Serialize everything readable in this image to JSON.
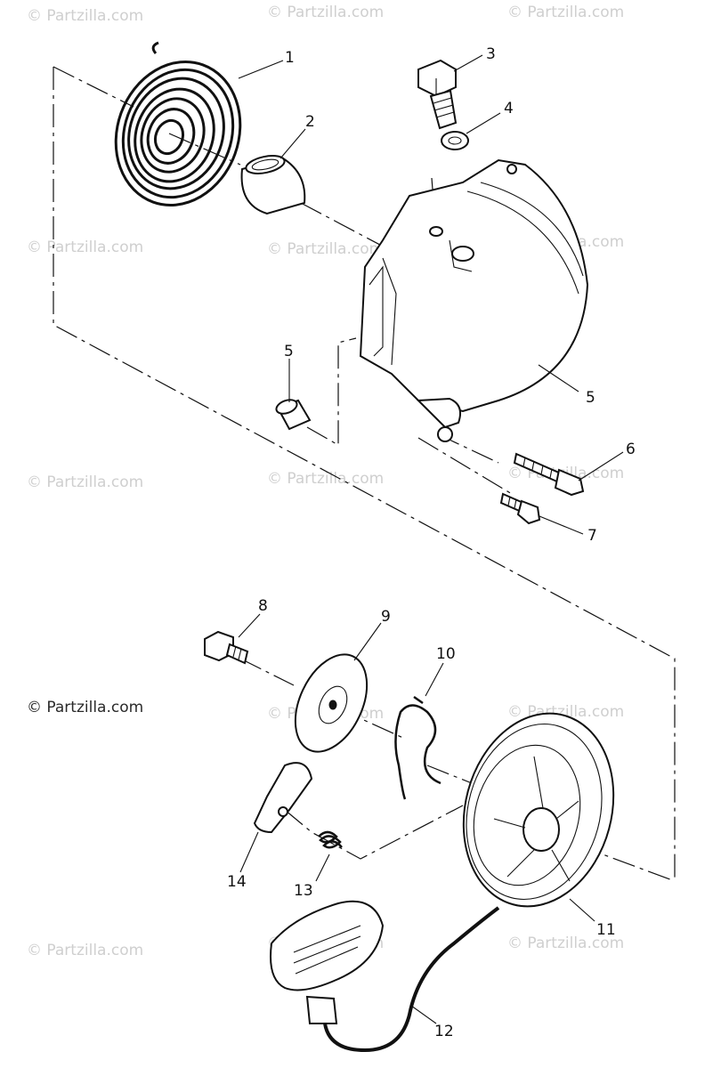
{
  "watermark": "© Partzilla.com",
  "callouts": {
    "p1": "1",
    "p2": "2",
    "p3": "3",
    "p4": "4",
    "p5a": "5",
    "p5b": "5",
    "p6": "6",
    "p7": "7",
    "p8": "8",
    "p9": "9",
    "p10": "10",
    "p11": "11",
    "p12": "12",
    "p13": "13",
    "p14": "14"
  }
}
